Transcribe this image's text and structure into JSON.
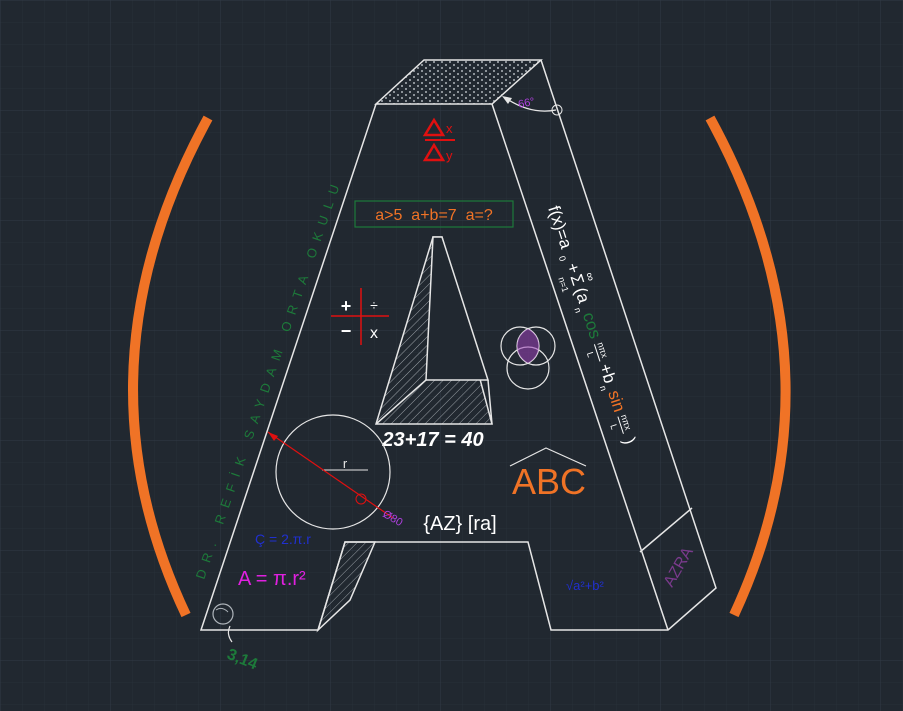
{
  "school_name": "DR. REFİK SAYDAM ORTA OKULU",
  "delta_x": "x",
  "delta_y": "y",
  "angle_label": "66°",
  "inequality": "a>5  a+b=7  a=?",
  "ops": {
    "plus": "+",
    "divide": "÷",
    "minus": "−",
    "times": "x"
  },
  "fourier": {
    "fx": "f(x)=a",
    "sub0": "0",
    "plus1": "+",
    "sigma": "Σ",
    "inf": "∞",
    "n1": "n=1",
    "an": "(a",
    "n_sub": "n",
    "cos": "cos",
    "frac_num": "nπx",
    "frac_den": "L",
    "plus_b": "+b",
    "sin": "sin",
    "close": ")"
  },
  "sum_equation": "23+17 = 40",
  "radius_label": "r",
  "diameter_label": "Ø80",
  "abc_label": "ABC",
  "sets_label": "{AZ} [ra]",
  "circumference": "Ç = 2.π.r",
  "area": "A = π.r²",
  "pythagoras": "√a²+b²",
  "azra": "AZRA",
  "pi_label": "3,14",
  "colors": {
    "background": "#212830",
    "grid": "#2c3440",
    "outline": "#e6e6e6",
    "orange": "#f07326",
    "red": "#e01010",
    "green": "#1d7a3a",
    "magenta": "#e020e0",
    "blue": "#2030d0",
    "purple": "#7a3a8c",
    "violet": "#b040e0"
  }
}
